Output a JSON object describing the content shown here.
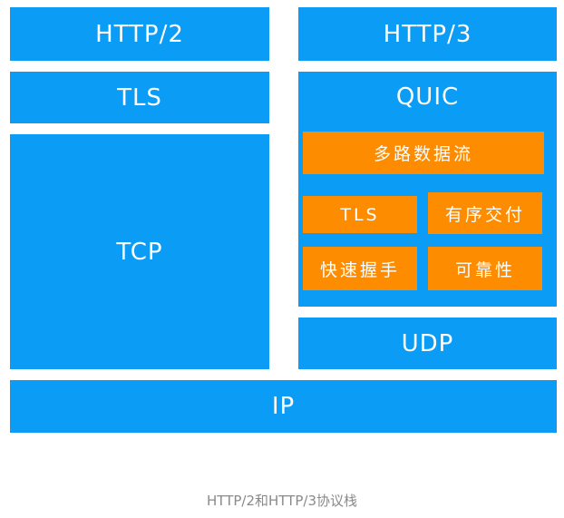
{
  "diagram": {
    "http2_stack": {
      "application": "HTTP/2",
      "security": "TLS",
      "transport": "TCP"
    },
    "http3_stack": {
      "application": "HTTP/3",
      "quic": {
        "title": "QUIC",
        "features": {
          "multiplexing": "多路数据流",
          "tls": "TLS",
          "ordered_delivery": "有序交付",
          "fast_handshake": "快速握手",
          "reliability": "可靠性"
        }
      },
      "transport": "UDP"
    },
    "network": "IP",
    "colors": {
      "layer": "#0b9cf5",
      "feature": "#fe8c00",
      "text": "#ffffff",
      "caption": "#8a8a8a"
    }
  },
  "caption": "HTTP/2和HTTP/3协议栈"
}
